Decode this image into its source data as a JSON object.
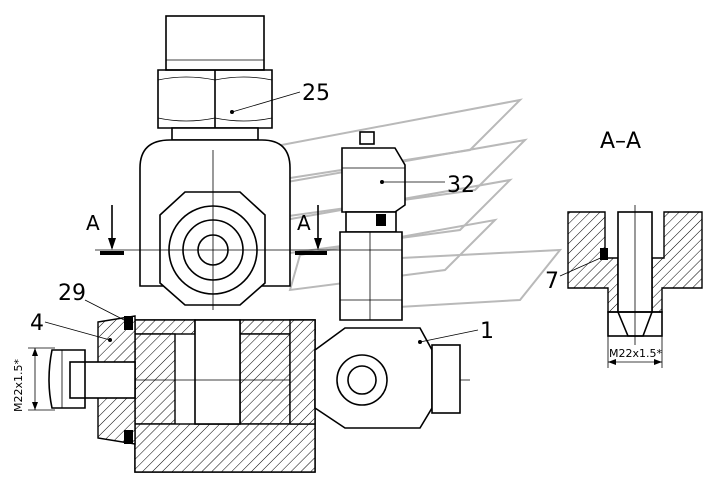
{
  "section_title": "A–A",
  "section_marks": [
    "A",
    "A"
  ],
  "callouts": [
    "25",
    "32",
    "29",
    "4",
    "1",
    "7"
  ],
  "thread_main": "M22x1.5*",
  "thread_section": "M22x1.5*"
}
